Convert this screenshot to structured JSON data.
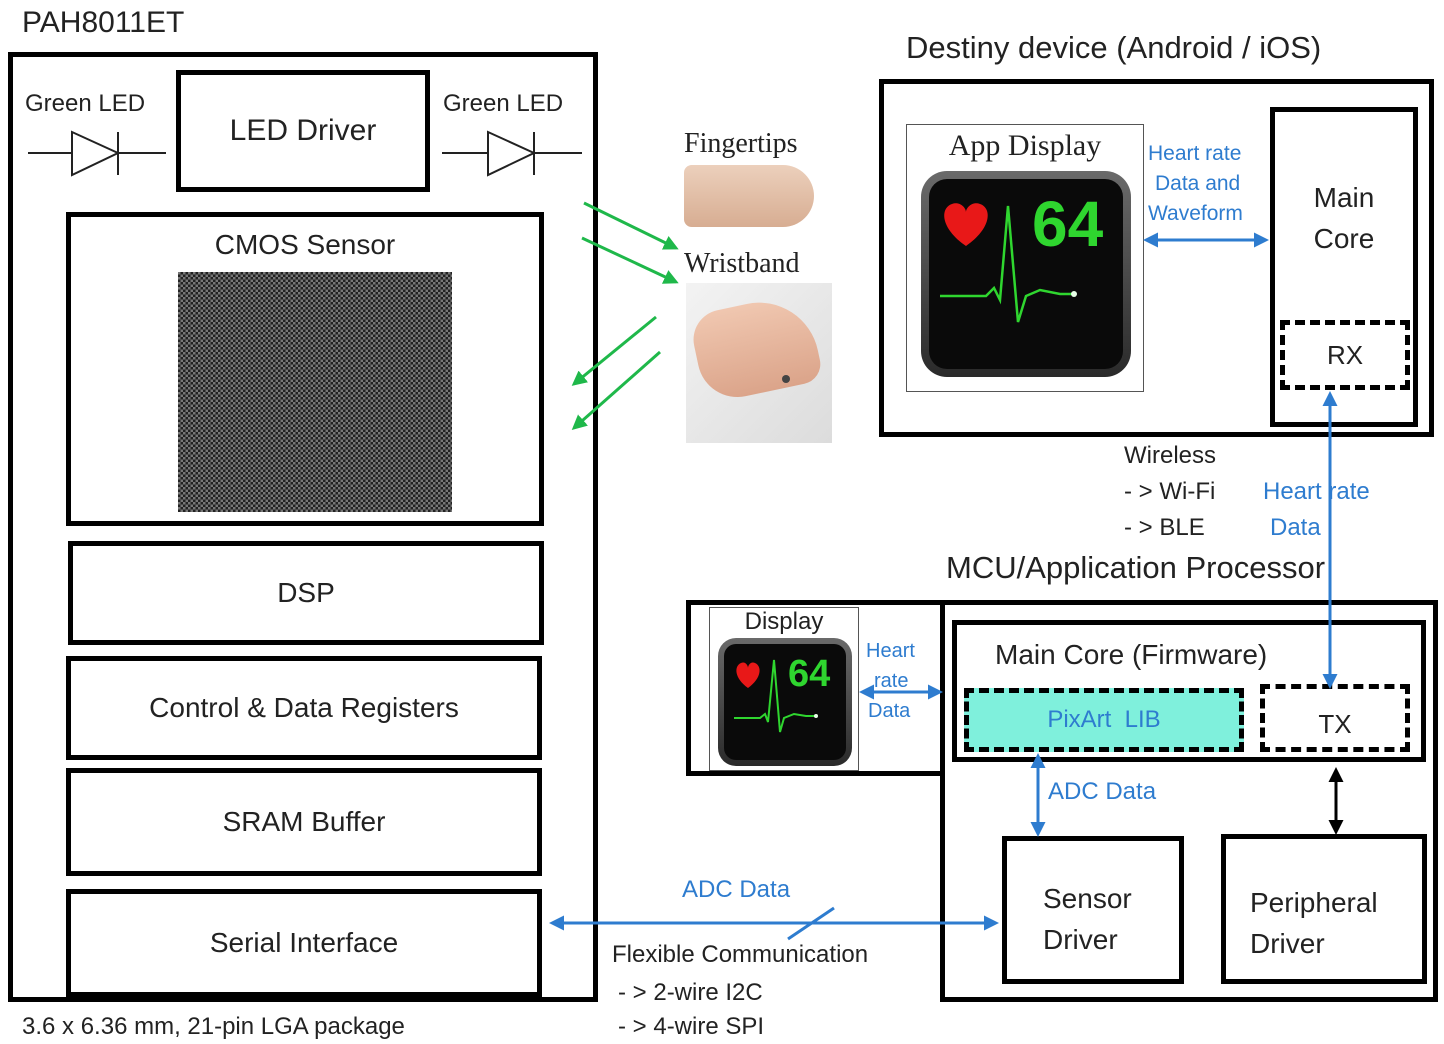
{
  "chip": {
    "title": "PAH8011ET",
    "green_led_left": "Green LED",
    "green_led_right": "Green LED",
    "led_driver": "LED Driver",
    "cmos_sensor": "CMOS Sensor",
    "dsp": "DSP",
    "registers": "Control & Data Registers",
    "sram": "SRAM Buffer",
    "serial": "Serial Interface",
    "package_note": "3.6 x 6.36 mm, 21-pin LGA package"
  },
  "body_sites": {
    "fingertips": "Fingertips",
    "wristband": "Wristband"
  },
  "destiny": {
    "title": "Destiny device (Android / iOS)",
    "app_display": "App Display",
    "heart_value": "64",
    "link_label_1": "Heart rate",
    "link_label_2": "Data and",
    "link_label_3": "Waveform",
    "main_core_1": "Main",
    "main_core_2": "Core",
    "rx": "RX"
  },
  "wireless": {
    "title": "Wireless",
    "wifi": "- > Wi-Fi",
    "ble": "- > BLE",
    "hr_1": "Heart rate",
    "hr_2": "Data"
  },
  "mcu": {
    "title": "MCU/Application Processor",
    "display": "Display",
    "heart_value": "64",
    "hr_1": "Heart",
    "hr_2": "rate",
    "hr_3": "Data",
    "main_core": "Main Core (Firmware)",
    "pixart_lib": "PixArt  LIB",
    "tx": "TX",
    "adc_data": "ADC Data",
    "sensor_driver_1": "Sensor",
    "sensor_driver_2": "Driver",
    "peripheral_driver_1": "Peripheral",
    "peripheral_driver_2": "Driver"
  },
  "bus": {
    "adc_data": "ADC Data",
    "flex": "Flexible Communication",
    "i2c": "- > 2-wire I2C",
    "spi": "- > 4-wire SPI"
  },
  "colors": {
    "blue": "#2e7ccf",
    "green": "#1fb84a",
    "lib_fill": "#7ff0dc",
    "heart": "#e81818",
    "digit": "#2fd62f"
  }
}
